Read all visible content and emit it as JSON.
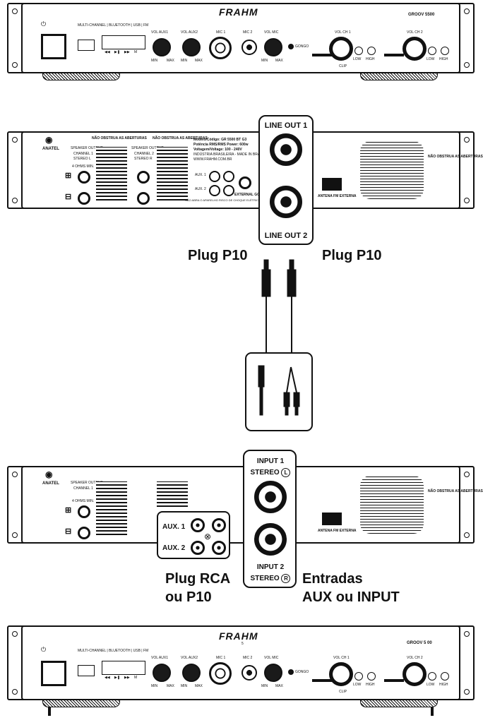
{
  "front_panel_top": {
    "brand": "FRAHM",
    "model": "GROOV 5500",
    "source_label": "MULTI-CHANNEL | BLUETOOTH | USB | FM",
    "transport_icons": [
      "rewind-icon",
      "play-pause-icon",
      "fast-forward-icon",
      "mode-icon"
    ],
    "vol_aux1": "VOL AUX1",
    "vol_aux2": "VOL AUX2",
    "mic1": "MIC 1",
    "mic2": "MIC 2",
    "vol_mic": "VOL MIC",
    "gongo": "GONGO",
    "vol_ch1": "VOL CH 1",
    "vol_ch2": "VOL CH 2",
    "min": "MIN",
    "max": "MAX",
    "low": "LOW",
    "high": "HIGH",
    "clip": "CLIP"
  },
  "rear_panel": {
    "anatel": "ANATEL",
    "speaker_output": "SPEAKER OUTPUT",
    "channel1": "CHANNEL 1",
    "channel2": "CHANNEL 2",
    "stereo_l": "STEREO L",
    "stereo_r": "STEREO R",
    "ohms": "4 OHMS MIN.",
    "warning": "NÃO OBSTRUA AS ABERTURAS",
    "aux1": "AUX. 1",
    "aux2": "AUX. 2",
    "external_gongo": "EXTERNAL GONGO",
    "antena": "ANTENA FM EXTERNA",
    "spec_model": "Modelo/Código: GR 5500 BT G3",
    "spec_power": "Potência RMS/RMS Power: 600w",
    "spec_voltage": "Voltagem/Voltage: 100 - 240V",
    "spec_industry": "INDÚSTRIA BRASILEIRA - MADE IN BRAZIL",
    "spec_site": "WWW.FRAHM.COM.BR",
    "shock": "NÃO ABRA O APARELHO RISCO DE CHOQUE ELÉTRICO"
  },
  "callout1": {
    "line_out_1": "LINE OUT 1",
    "line_out_2": "LINE OUT 2"
  },
  "plug_labels": {
    "left": "Plug P10",
    "right": "Plug P10"
  },
  "callout2": {
    "input1": "INPUT 1",
    "stereo_l": "STEREO",
    "l": "L",
    "input2": "INPUT 2",
    "stereo_r": "STEREO",
    "r": "R",
    "aux1": "AUX. 1",
    "aux2": "AUX. 2"
  },
  "bottom_labels": {
    "plug_rca_1": "Plug RCA",
    "plug_rca_2": "ou P10",
    "entradas_1": "Entradas",
    "entradas_2": "AUX ou INPUT"
  },
  "front_panel_bottom": {
    "brand": "FRAHM",
    "brand_sub": "5",
    "model": "GROOV 5 00",
    "source_label": "MULTI-CHANNEL | BLUETOOTH | USB | FM",
    "vol_aux1": "VOL AUX1",
    "vol_aux2": "VOL AUX2",
    "mic1": "MIC 1",
    "mic2": "MIC 2",
    "vol_mic": "VOL MIC",
    "gongo": "GONGO",
    "vol_ch1": "VOL CH 1",
    "vol_ch2": "VOL CH 2",
    "min": "MIN",
    "max": "MAX",
    "low": "LOW",
    "high": "HIGH",
    "clip": "CLIP"
  }
}
